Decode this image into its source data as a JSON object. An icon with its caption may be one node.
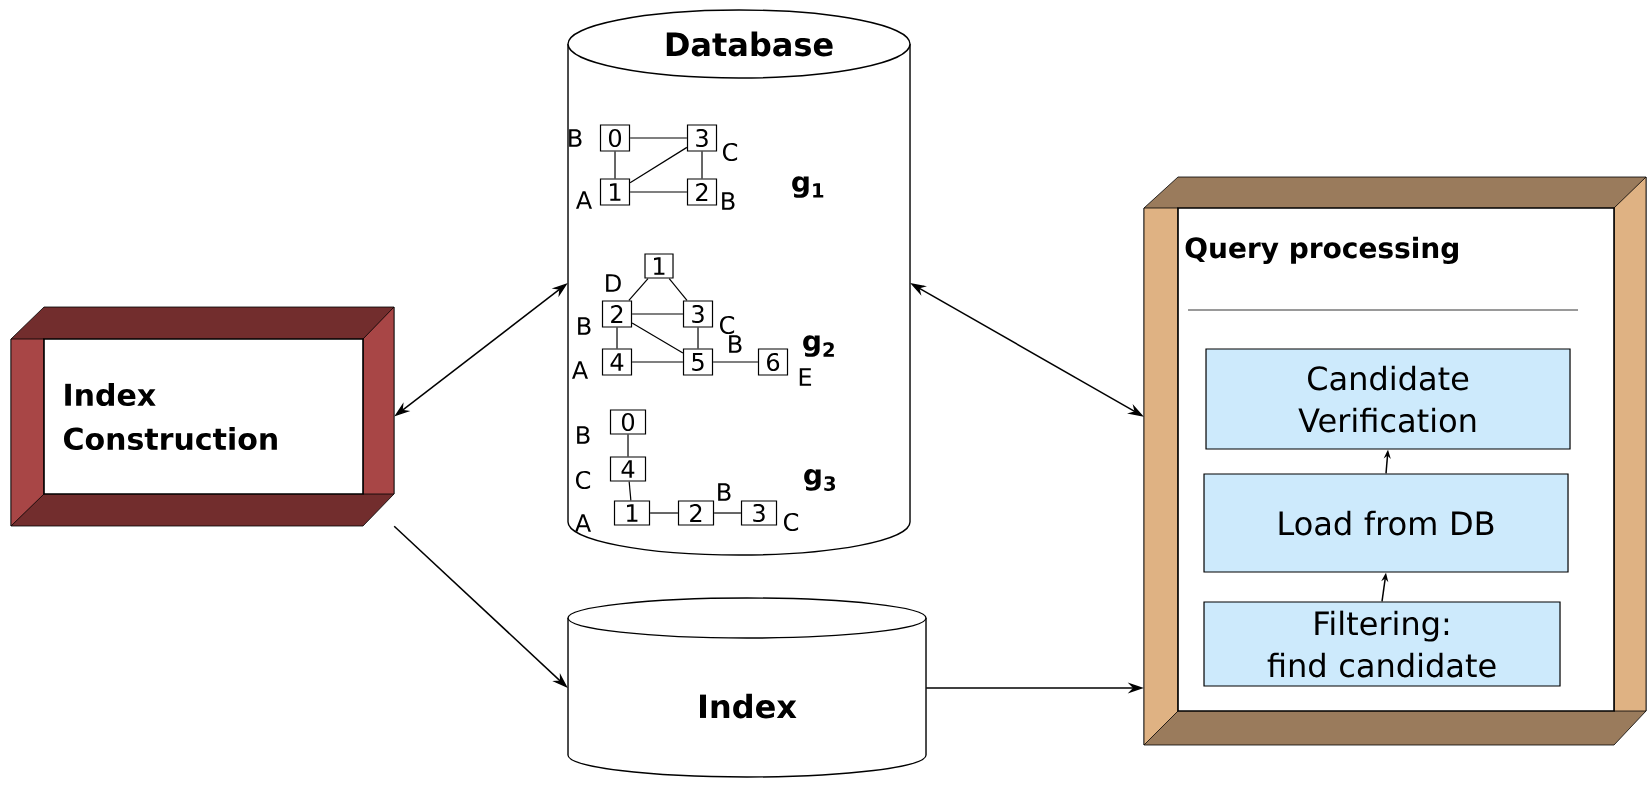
{
  "diagram": {
    "nodes": [
      {
        "text": [
          "Index Construction"
        ]
      },
      {
        "text": [
          "Database"
        ]
      },
      {
        "text": [
          "Index"
        ]
      },
      {
        "text": [
          "Query processing"
        ]
      },
      {
        "text": [
          "Candidate Verification"
        ],
        "in": 3
      },
      {
        "text": [
          "Load from DB"
        ],
        "in": 3
      },
      {
        "text": [
          "Filtering:",
          "find candidate"
        ],
        "in": 3
      },
      {
        "text": [
          "0"
        ],
        "in": 1,
        "beside": [
          "B"
        ]
      },
      {
        "text": [
          "3"
        ],
        "in": 1,
        "beside": [
          "C"
        ]
      },
      {
        "text": [
          "1"
        ],
        "in": 1,
        "beside": [
          "A"
        ]
      },
      {
        "text": [
          "2"
        ],
        "in": 1,
        "beside": [
          "B"
        ]
      },
      {
        "text": [
          "1"
        ],
        "in": 1
      },
      {
        "text": [
          "2"
        ],
        "in": 1,
        "beside": [
          "D",
          "B"
        ]
      },
      {
        "text": [
          "3"
        ],
        "in": 1,
        "beside": [
          "C"
        ]
      },
      {
        "text": [
          "4"
        ],
        "in": 1,
        "beside": [
          "A"
        ]
      },
      {
        "text": [
          "5"
        ],
        "in": 1,
        "beside": [
          "B"
        ]
      },
      {
        "text": [
          "6"
        ],
        "in": 1,
        "beside": [
          "E"
        ]
      },
      {
        "text": [
          "0"
        ],
        "in": 1,
        "beside": [
          "B"
        ]
      },
      {
        "text": [
          "4"
        ],
        "in": 1,
        "beside": [
          "C"
        ]
      },
      {
        "text": [
          "1"
        ],
        "in": 1,
        "beside": [
          "A"
        ]
      },
      {
        "text": [
          "2"
        ],
        "in": 1,
        "beside": [
          "B"
        ]
      },
      {
        "text": [
          "3"
        ],
        "in": 1,
        "beside": [
          "C"
        ]
      }
    ],
    "edges": [
      {
        "from": 0,
        "to": 1,
        "arrow": "both"
      },
      {
        "from": 0,
        "to": 2,
        "arrow": "to"
      },
      {
        "from": 1,
        "to": 3,
        "arrow": "both"
      },
      {
        "from": 2,
        "to": 3,
        "arrow": "to"
      },
      {
        "from": 6,
        "to": 5,
        "arrow": "to"
      },
      {
        "from": 5,
        "to": 4,
        "arrow": "to"
      },
      {
        "from": 7,
        "to": 8,
        "arrow": "none"
      },
      {
        "from": 7,
        "to": 9,
        "arrow": "none"
      },
      {
        "from": 9,
        "to": 8,
        "arrow": "none"
      },
      {
        "from": 9,
        "to": 10,
        "arrow": "none"
      },
      {
        "from": 8,
        "to": 10,
        "arrow": "none"
      },
      {
        "from": 11,
        "to": 12,
        "arrow": "none"
      },
      {
        "from": 11,
        "to": 13,
        "arrow": "none"
      },
      {
        "from": 12,
        "to": 13,
        "arrow": "none"
      },
      {
        "from": 12,
        "to": 14,
        "arrow": "none"
      },
      {
        "from": 12,
        "to": 15,
        "arrow": "none"
      },
      {
        "from": 13,
        "to": 15,
        "arrow": "none"
      },
      {
        "from": 14,
        "to": 15,
        "arrow": "none"
      },
      {
        "from": 15,
        "to": 16,
        "arrow": "none"
      },
      {
        "from": 17,
        "to": 18,
        "arrow": "none"
      },
      {
        "from": 18,
        "to": 19,
        "arrow": "none"
      },
      {
        "from": 19,
        "to": 20,
        "arrow": "none"
      },
      {
        "from": 20,
        "to": 21,
        "arrow": "none"
      }
    ],
    "labels": [
      "g$_{1}$",
      "g$_{2}$",
      "g$_{3}$"
    ]
  }
}
